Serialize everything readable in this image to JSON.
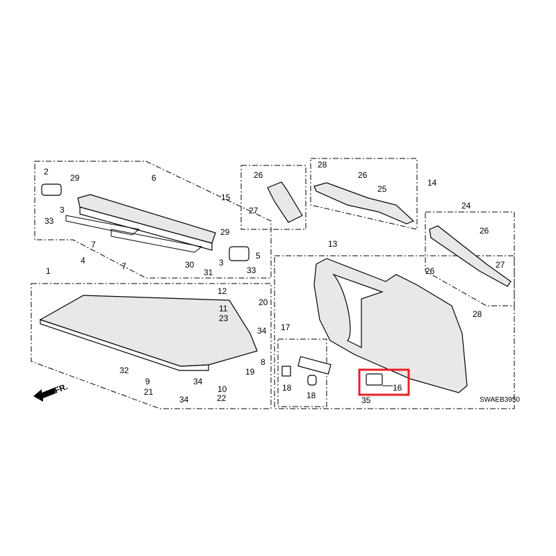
{
  "diagram": {
    "code": "SWAEB3950",
    "direction_label": "FR.",
    "highlight_color": "#e8202a",
    "highlighted_part": "16",
    "labels": [
      "2",
      "29",
      "6",
      "3",
      "33",
      "15",
      "26",
      "27",
      "28",
      "26",
      "25",
      "14",
      "24",
      "29",
      "7",
      "5",
      "3",
      "4",
      "7",
      "30",
      "31",
      "33",
      "13",
      "26",
      "27",
      "26",
      "1",
      "12",
      "20",
      "11",
      "23",
      "34",
      "28",
      "17",
      "8",
      "32",
      "19",
      "34",
      "9",
      "21",
      "10",
      "22",
      "34",
      "18",
      "18",
      "16",
      "35"
    ]
  }
}
